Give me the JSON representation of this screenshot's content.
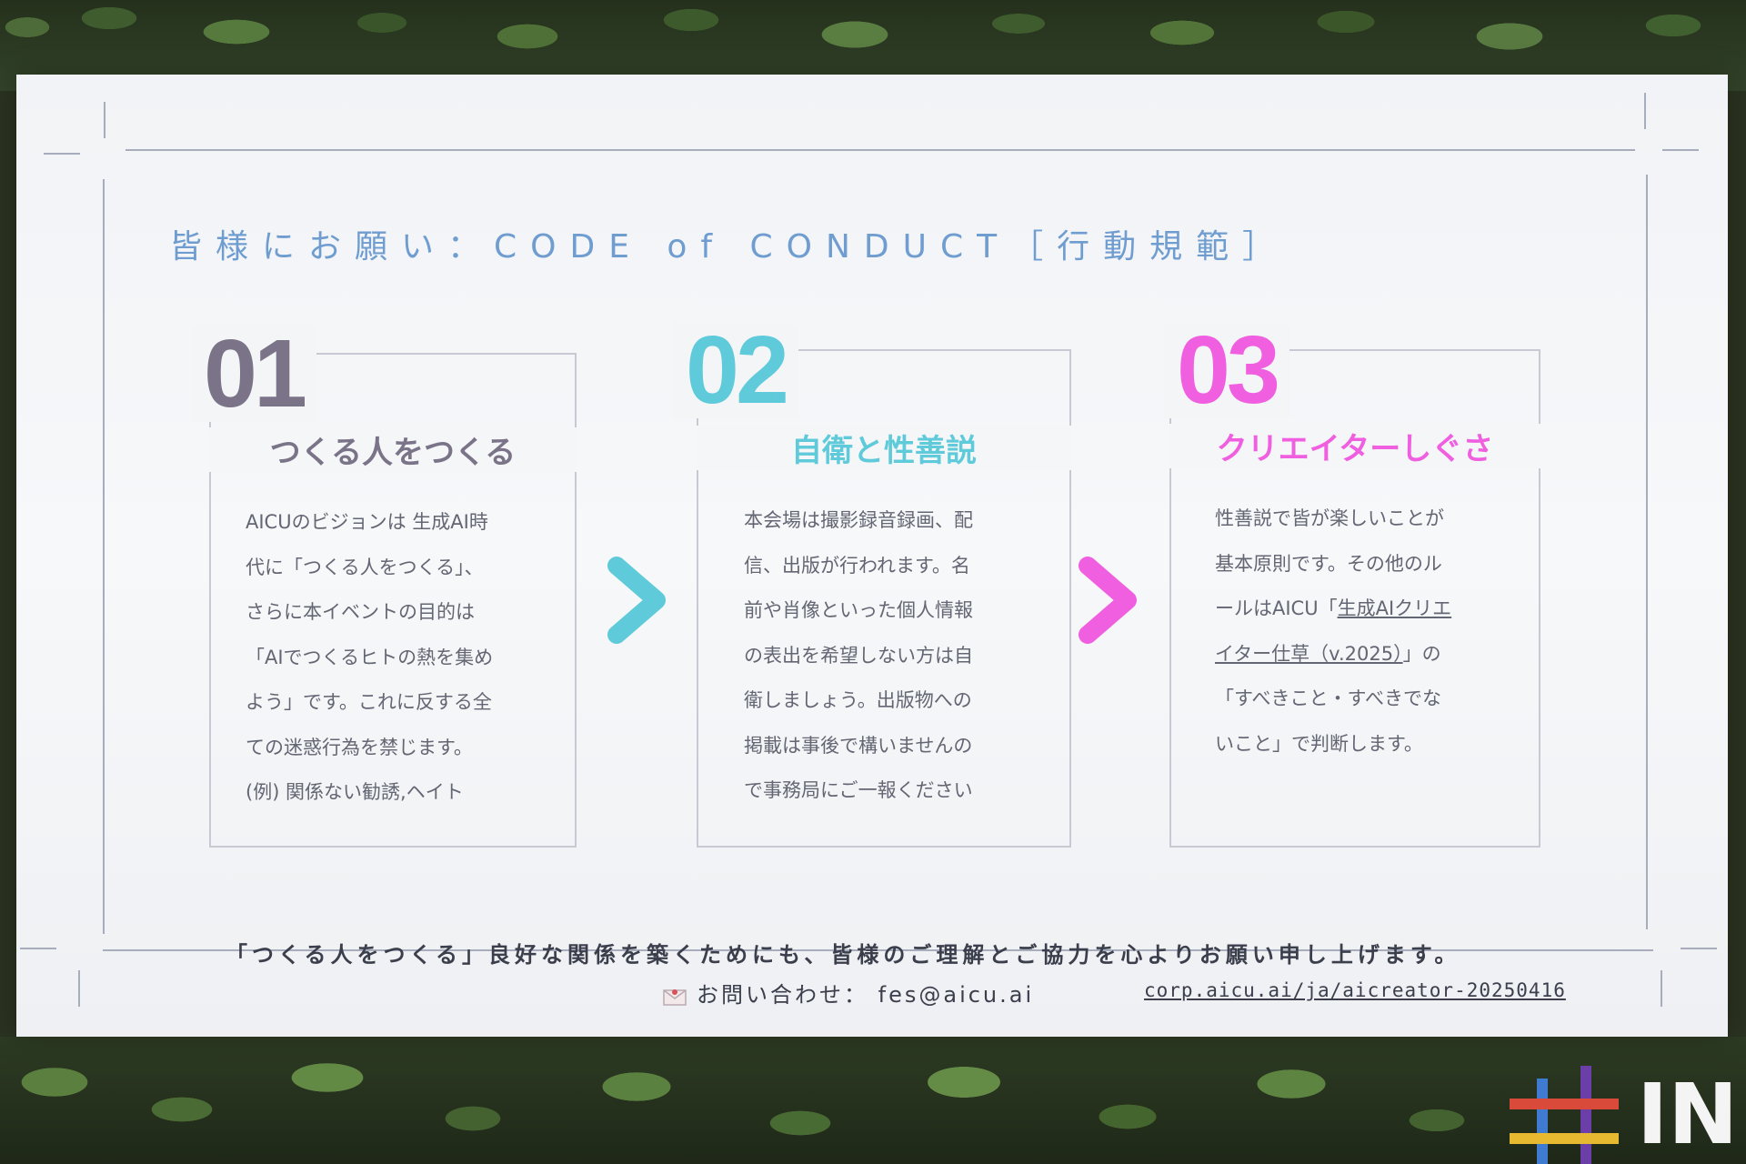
{
  "slide": {
    "title": "皆様にお願い：CODE of CONDUCT［行動規範］",
    "cards": [
      {
        "number": "01",
        "heading": "つくる人をつくる",
        "color": "#7b7488",
        "lines": [
          "AICUのビジョンは 生成AI時",
          "代に「つくる人をつくる」、",
          "さらに本イベントの目的は",
          "「AIでつくるヒトの熱を集め",
          "よう」です。これに反する全",
          "ての迷惑行為を禁じます。",
          "(例) 関係ない勧誘,ヘイト"
        ]
      },
      {
        "number": "02",
        "heading": "自衛と性善説",
        "color": "#5fcad9",
        "lines": [
          "本会場は撮影録音録画、配",
          "信、出版が行われます。名",
          "前や肖像といった個人情報",
          "の表出を希望しない方は自",
          "衛しましょう。出版物への",
          "掲載は事後で構いませんの",
          "で事務局にご一報ください"
        ]
      },
      {
        "number": "03",
        "heading": "クリエイターしぐさ",
        "color": "#f05fe0",
        "lines": [
          "性善説で皆が楽しいことが",
          "基本原則です。その他のル",
          "ールはAICU「生成AIクリエ",
          "イター仕草（v.2025）」の",
          "「すべきこと・すべきでな",
          "いこと」で判断します。"
        ],
        "link_prefix": "ールはAICU「",
        "link_text_1": "生成AIクリエ",
        "link_text_2": "イター仕草（v.2025）",
        "link_suffix": "」の"
      }
    ],
    "arrow_colors": [
      "#5fcad9",
      "#f05fe0"
    ],
    "footer": "「つくる人をつくる」良好な関係を築くためにも、皆様のご理解とご協力を心よりお願い申し上げます。",
    "contact_label": "お問い合わせ：",
    "contact_email": "fes@aicu.ai",
    "corp_url": "corp.aicu.ai/ja/aicreator-20250416"
  },
  "background": {
    "sign_text": "IN"
  }
}
